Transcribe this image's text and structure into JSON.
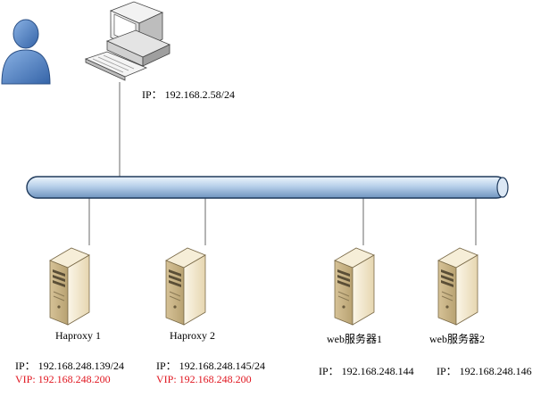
{
  "diagram": {
    "client": {
      "ip_label": "IP： 192.168.2.58/24"
    },
    "servers": [
      {
        "name": "Haproxy 1",
        "ip": "IP： 192.168.248.139/24",
        "vip": "VIP: 192.168.248.200"
      },
      {
        "name": "Haproxy 2",
        "ip": "IP： 192.168.248.145/24",
        "vip": "VIP: 192.168.248.200"
      },
      {
        "name": "web服务器1",
        "ip": "IP： 192.168.248.144"
      },
      {
        "name": "web服务器2",
        "ip": "IP： 192.168.248.146"
      }
    ]
  },
  "colors": {
    "bus": "#a9c6e6",
    "bus_stroke": "#1f3a5c",
    "vip_text": "#e0141e",
    "user": "#4f7fc0",
    "server_body": "#efe4c8"
  }
}
